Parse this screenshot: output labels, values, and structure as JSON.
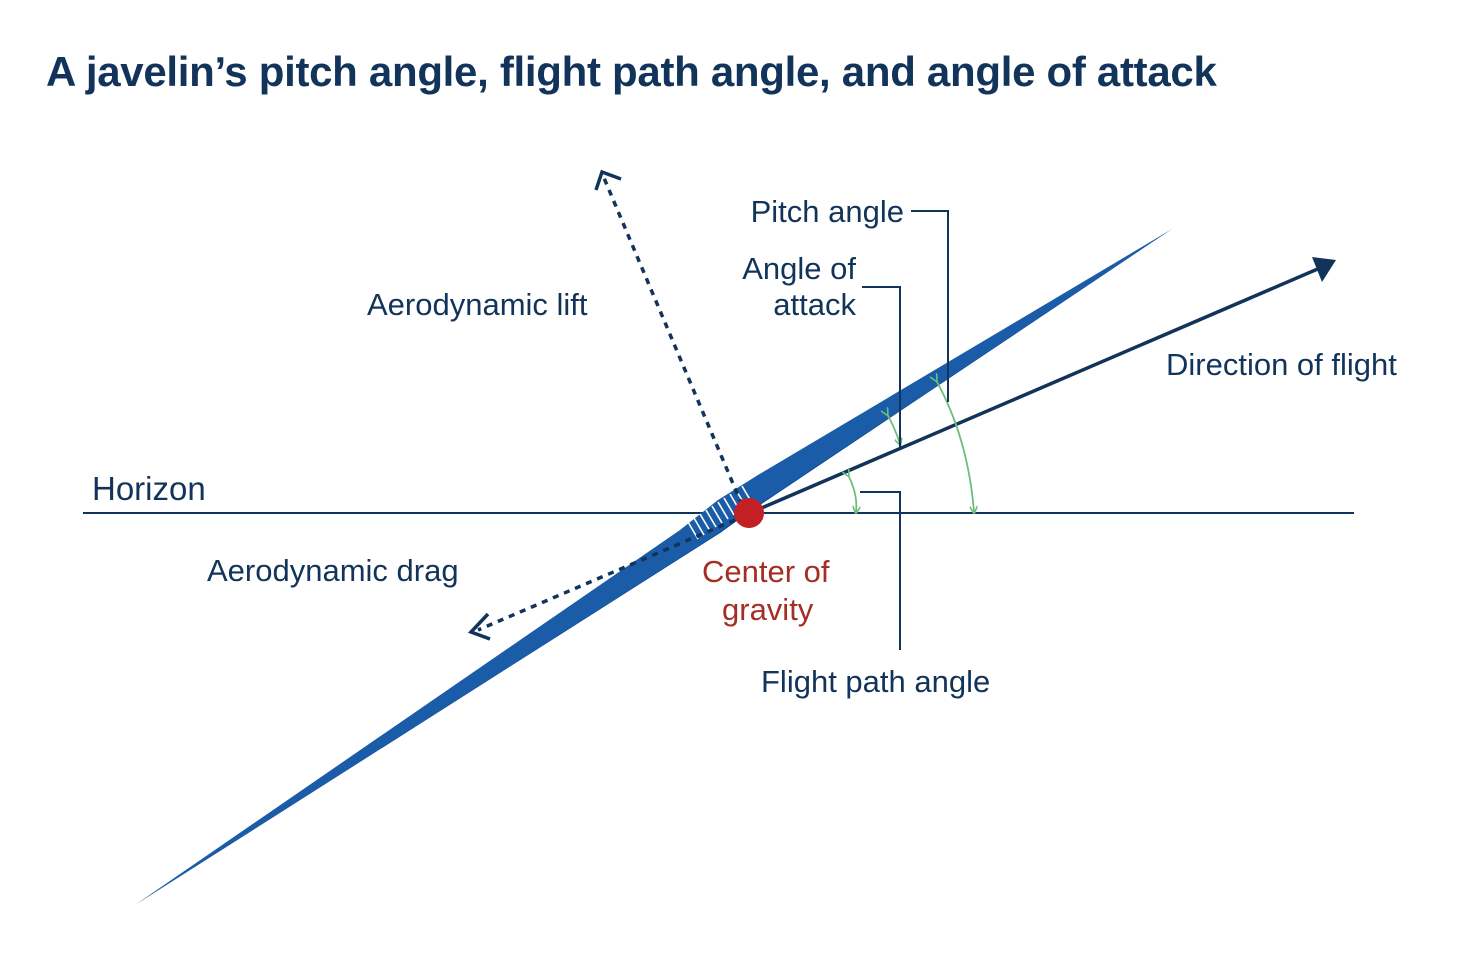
{
  "title": "A javelin’s pitch angle, flight path angle, and angle of attack",
  "labels": {
    "horizon": "Horizon",
    "pitch_angle": "Pitch angle",
    "angle_of_attack_line1": "Angle of",
    "angle_of_attack_line2": "attack",
    "aerodynamic_lift": "Aerodynamic lift",
    "direction_of_flight": "Direction of flight",
    "aerodynamic_drag": "Aerodynamic drag",
    "center_of_gravity_line1": "Center of",
    "center_of_gravity_line2": "gravity",
    "flight_path_angle": "Flight path angle"
  },
  "colors": {
    "text_navy": "#12345a",
    "javelin_blue": "#1a5ca8",
    "javelin_dark_blue": "#13498c",
    "center_of_gravity_red": "#c32026",
    "center_of_gravity_text": "#a32f24",
    "angle_arc_green": "#6bbf7a"
  }
}
